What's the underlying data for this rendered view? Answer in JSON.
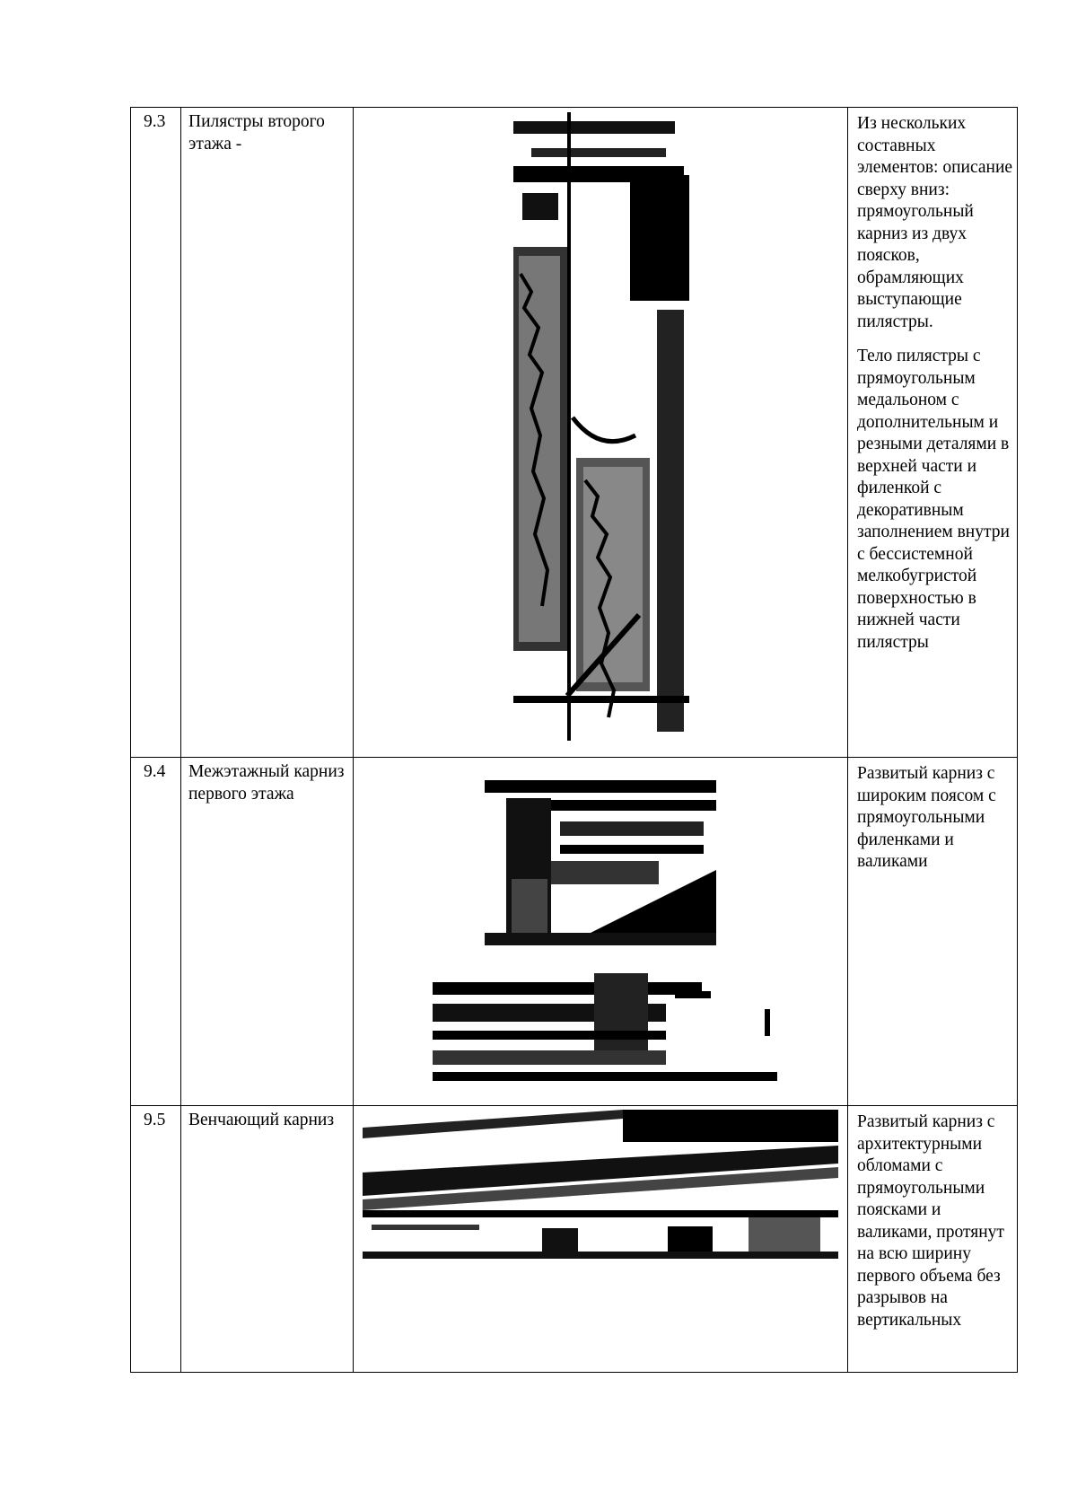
{
  "rows": [
    {
      "num": "9.3",
      "name": "Пилястры второго этажа -",
      "desc_paragraphs": [
        "Из нескольких составных элементов: описание сверху вниз: прямоугольный карниз из двух поясков, обрамляющих выступающие пилястры.",
        "Тело пилястры с прямоугольным медальоном с дополнительным и резными деталями в верхней части и филенкой с декоративным заполнением внутри с бессистемной мелкобугристой поверхностью в нижней части пилястры"
      ]
    },
    {
      "num": "9.4",
      "name": "Межэтажный карниз первого этажа",
      "desc": "Развитый карниз с широким поясом с прямоугольными филенками и валиками"
    },
    {
      "num": "9.5",
      "name": "Венчающий карниз",
      "desc": "Развитый карниз с архитектурными обломами с прямоугольными поясками и валиками, протянут на всю ширину первого объема без разрывов на вертикальных"
    }
  ]
}
